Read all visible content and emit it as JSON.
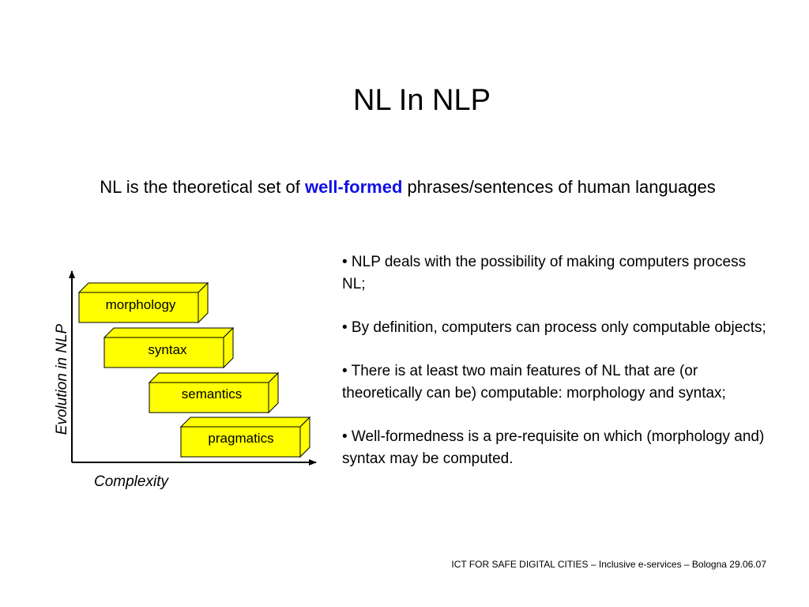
{
  "slide": {
    "title": "NL In NLP",
    "subtitle": {
      "before": "NL is the theoretical set of ",
      "emphasis": "well-formed",
      "after": " phrases/sentences of human languages"
    },
    "diagram": {
      "boxes": [
        "morphology",
        "syntax",
        "semantics",
        "pragmatics"
      ],
      "y_axis_label": "Evolution in NLP",
      "x_axis_label": "Complexity",
      "box_color": "#ffff00",
      "axis_color": "#000000"
    },
    "bullets": [
      "• NLP deals with the possibility of making computers process NL;",
      "• By definition, computers can process only computable objects;",
      "• There is at least two main features of NL that are (or theoretically can be) computable: morphology and syntax;",
      "• Well-formedness is a pre-requisite on which (morphology and) syntax may be computed."
    ],
    "footer": "ICT FOR SAFE DIGITAL CITIES – Inclusive e-services – Bologna 29.06.07",
    "emphasis_color": "#1010e8"
  }
}
